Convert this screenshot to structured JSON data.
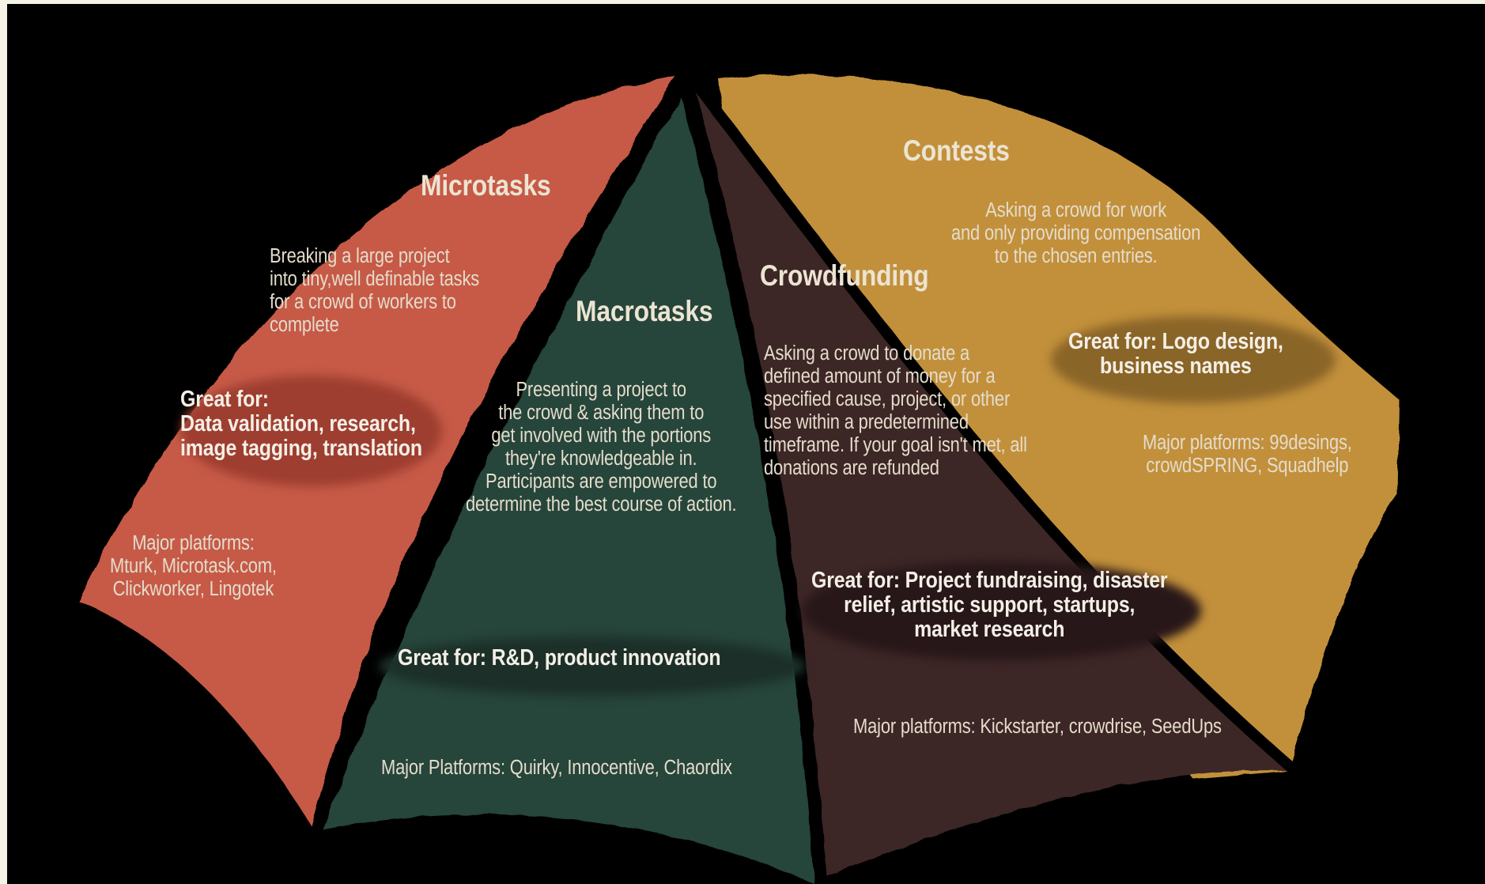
{
  "colors": {
    "background": "#000000",
    "microtasks": "#c65a47",
    "macrotasks": "#28453a",
    "crowdfunding": "#3e2628",
    "contests": "#c2903a",
    "text": "#ece4d2"
  },
  "segments": {
    "microtasks": {
      "title": "Microtasks",
      "description": "Breaking a large project\ninto tiny,well definable tasks\nfor a crowd of workers to\ncomplete",
      "great_for": "Great for:\nData validation, research,\nimage tagging, translation",
      "platforms": "Major platforms:\nMturk, Microtask.com,\nClickworker, Lingotek"
    },
    "macrotasks": {
      "title": "Macrotasks",
      "description": "Presenting a project to\nthe crowd & asking them to\nget involved with the portions\nthey're knowledgeable in.\nParticipants are empowered to\ndetermine the best course of action.",
      "great_for": "Great for: R&D, product innovation",
      "platforms": "Major Platforms: Quirky, Innocentive, Chaordix"
    },
    "crowdfunding": {
      "title": "Crowdfunding",
      "description": "Asking a crowd to donate a\ndefined amount of money for a\nspecified cause, project, or other\nuse within a predetermined\ntimeframe. If your goal isn't met, all\ndonations are refunded",
      "great_for": "Great for: Project fundraising, disaster\nrelief, artistic support, startups,\nmarket research",
      "platforms": "Major platforms: Kickstarter, crowdrise, SeedUps"
    },
    "contests": {
      "title": "Contests",
      "description": "Asking a crowd for work\nand only providing compensation\nto the chosen entries.",
      "great_for": "Great for: Logo design,\nbusiness names",
      "platforms": "Major platforms: 99desings,\ncrowdSPRING, Squadhelp"
    }
  }
}
